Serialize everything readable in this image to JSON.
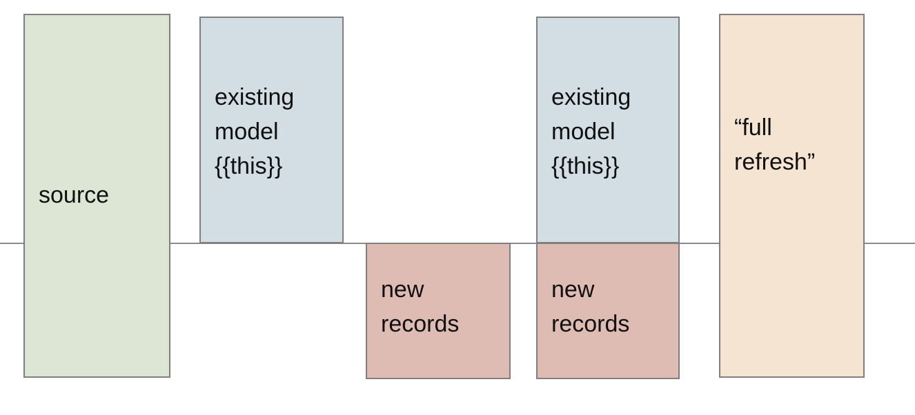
{
  "diagram": {
    "title": "incremental model full refresh diagram",
    "background_color": "#ffffff",
    "baseline": {
      "name": "horizontal-divider",
      "color": "#8a8a8a"
    },
    "boxes": [
      {
        "id": "source",
        "label": "source",
        "fill": "#dde6d5",
        "stroke": "#7f7f7f"
      },
      {
        "id": "existing-model-1",
        "label": "existing\nmodel\n{{this}}",
        "fill": "#d2dee3",
        "stroke": "#7f7f7f"
      },
      {
        "id": "new-records-1",
        "label": "new\nrecords",
        "fill": "#debbb3",
        "stroke": "#7f7f7f"
      },
      {
        "id": "existing-model-2",
        "label": "existing\nmodel\n{{this}}",
        "fill": "#d2dee3",
        "stroke": "#7f7f7f"
      },
      {
        "id": "new-records-2",
        "label": "new\nrecords",
        "fill": "#debbb3",
        "stroke": "#7f7f7f"
      },
      {
        "id": "full-refresh",
        "label": "“full\nrefresh”",
        "fill": "#f6e4d2",
        "stroke": "#7f7f7f"
      }
    ]
  }
}
